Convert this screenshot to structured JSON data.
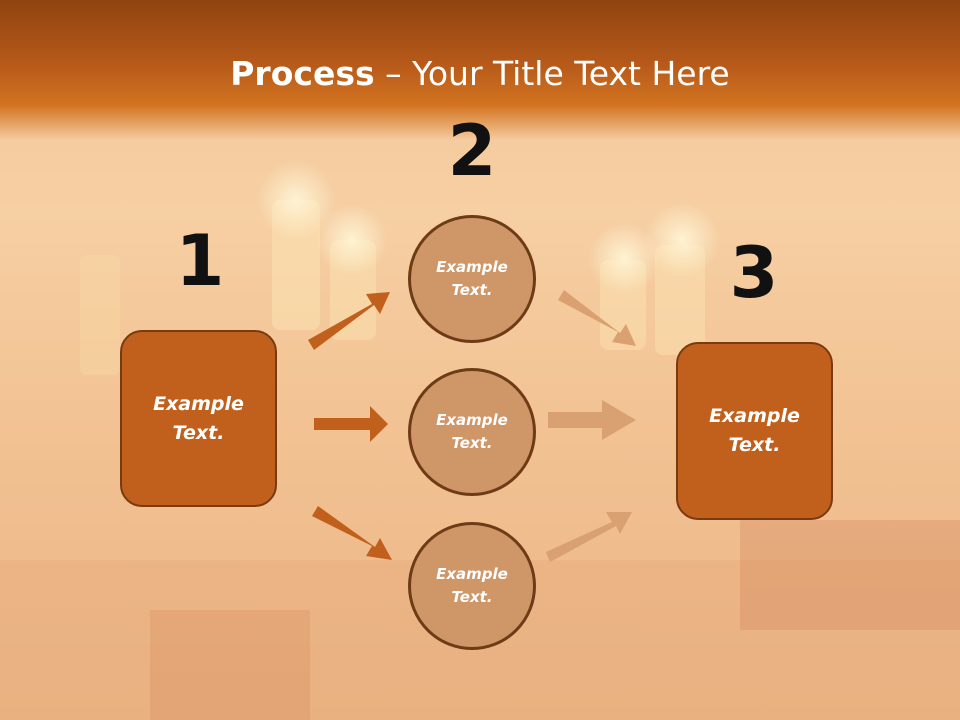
{
  "title": {
    "bold": "Process",
    "rest": " – Your Title Text Here"
  },
  "steps": {
    "one": "1",
    "two": "2",
    "three": "3"
  },
  "left_box": {
    "label": "Example\nText."
  },
  "right_box": {
    "label": "Example\nText."
  },
  "circles": [
    {
      "label": "Example\nText."
    },
    {
      "label": "Example\nText."
    },
    {
      "label": "Example\nText."
    }
  ],
  "colors": {
    "header": "#b6591a",
    "box_fill": "#c0601c",
    "circle_fill": "#cf9668",
    "arrow_dark": "#c0601c",
    "arrow_light": "#d9a071"
  }
}
